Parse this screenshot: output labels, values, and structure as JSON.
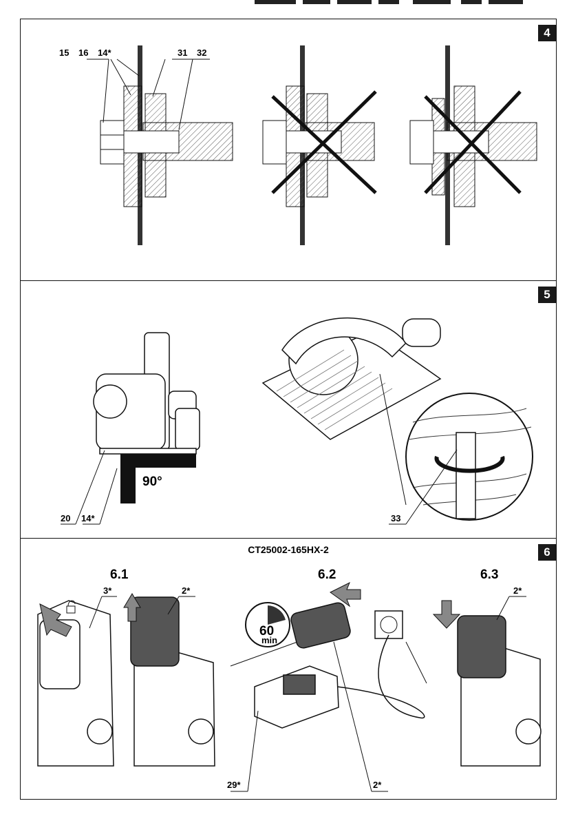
{
  "panel4": {
    "number": "4",
    "labels": [
      "15",
      "16",
      "14*",
      "31",
      "32"
    ]
  },
  "panel5": {
    "number": "5",
    "angle": "90°",
    "labels": [
      "20",
      "14*",
      "33"
    ]
  },
  "panel6": {
    "number": "6",
    "model": "CT25002-165HX-2",
    "steps": [
      "6.1",
      "6.2",
      "6.3"
    ],
    "labels": {
      "a": "3*",
      "b": "2*",
      "c": "2*",
      "d": "29*",
      "e": "2*"
    },
    "timer_value": "60",
    "timer_unit": "min"
  },
  "colors": {
    "ink": "#111111",
    "badge": "#1a1a1a",
    "hatch": "#555555"
  }
}
